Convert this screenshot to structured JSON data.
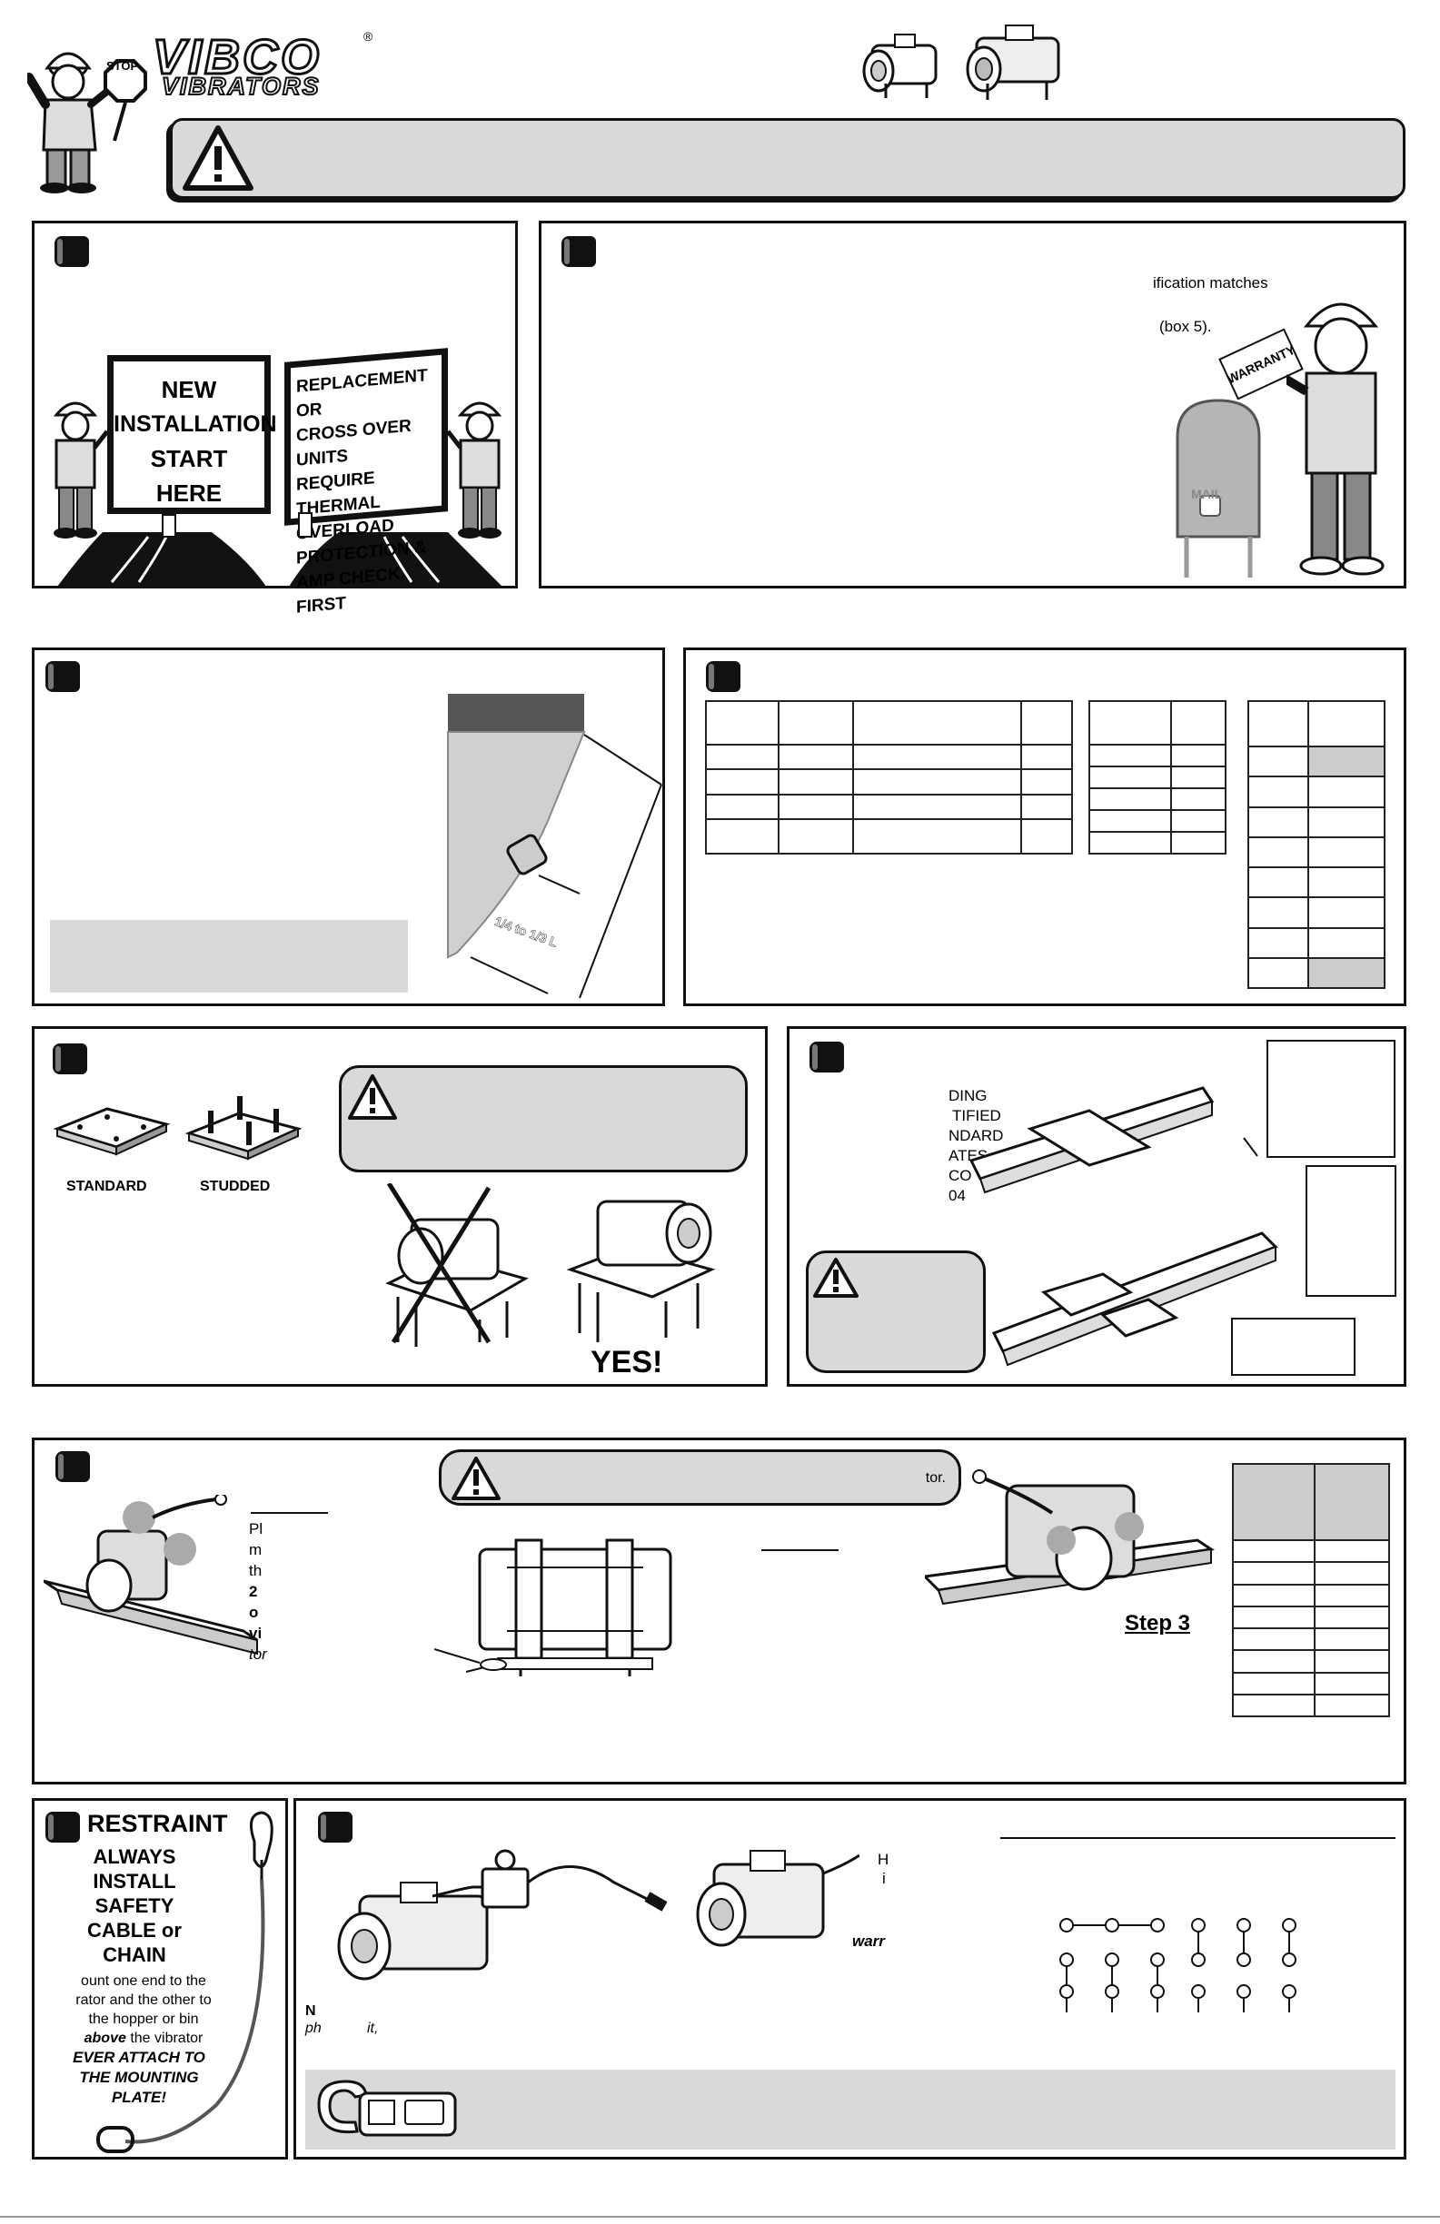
{
  "header": {
    "brand_top": "VIBCO",
    "brand_reg": "®",
    "brand_bottom": "VIBRATORS",
    "stop_sign": "STOP"
  },
  "panel1": {
    "sign_left": [
      "NEW",
      "INSTALLATION",
      "START",
      "HERE"
    ],
    "sign_right": [
      "REPLACEMENT OR",
      "CROSS OVER UNITS",
      "REQUIRE THERMAL",
      "OVERLOAD",
      "PROTECTION &",
      "AMP CHECK FIRST"
    ]
  },
  "panel2": {
    "line1": "ification matches",
    "line2": "(box 5).",
    "warranty": "WARRANTY",
    "mail": "MAIL"
  },
  "panel3": {
    "dimension": "1/4 to 1/3 L"
  },
  "panel5": {
    "standard": "STANDARD",
    "studded": "STUDDED",
    "yes": "YES!"
  },
  "panel6": {
    "lines": [
      "DING",
      "TIFIED",
      "NDARD",
      "ATES",
      "CO",
      "04"
    ]
  },
  "panel7": {
    "warn_text": "tor.",
    "left_lines": [
      "Pl",
      "m",
      "th",
      "2",
      "o",
      "vi",
      "tor"
    ],
    "step3": "Step 3"
  },
  "panel8": {
    "title": "RESTRAINT",
    "heading": [
      "ALWAYS",
      "INSTALL",
      "SAFETY",
      "CABLE or",
      "CHAIN"
    ],
    "body": [
      "ount one end to the",
      "rator and the other to",
      "the hopper or bin"
    ],
    "above": "above",
    "after_above": " the vibrator",
    "never": [
      "EVER ATTACH TO",
      "THE MOUNTING",
      "PLATE!"
    ]
  },
  "panel9": {
    "frag_n": "N",
    "frag_ph": "ph",
    "frag_it": "it,",
    "frag_h": "H",
    "frag_i": "i",
    "frag_warr": "warr"
  }
}
